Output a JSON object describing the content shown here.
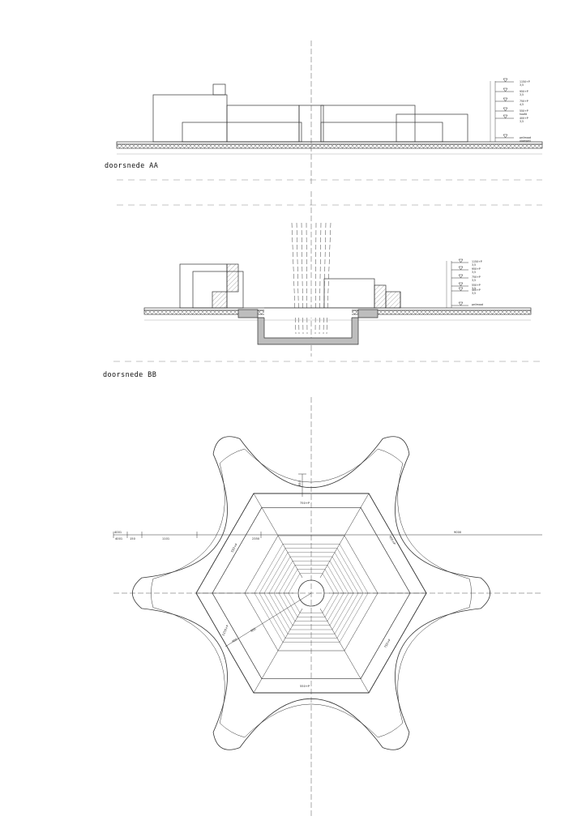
{
  "sections": {
    "aa": {
      "title": "doorsnede AA",
      "levels": [
        {
          "label": "1150+P",
          "sub": "3,5"
        },
        {
          "label": "950+P",
          "sub": "3,5"
        },
        {
          "label": "750+P",
          "sub": "4,5"
        },
        {
          "label": "550+P",
          "sub": "hoofd"
        },
        {
          "label": "400+P",
          "sub": "3,5"
        },
        {
          "label": "peilmaat",
          "sub": "vloerpeil"
        }
      ]
    },
    "bb": {
      "title": "doorsnede BB",
      "levels": [
        {
          "label": "1150+P",
          "sub": "3,5"
        },
        {
          "label": "950+P",
          "sub": "3,5"
        },
        {
          "label": "750+P",
          "sub": "3,5"
        },
        {
          "label": "550+P",
          "sub": "3,5"
        },
        {
          "label": "400+P",
          "sub": "3,5"
        },
        {
          "label": "peilmaat",
          "sub": ""
        }
      ]
    }
  },
  "plan": {
    "dims": {
      "top_offset": "850",
      "top_level": "750+P",
      "left_a": "4001",
      "left_b": "150",
      "left_c": "1101",
      "left_d": "2350",
      "right_total": "9000",
      "upper_left_wall": "550+P",
      "upper_right_wall": "400+P",
      "left_wall": "1150+P",
      "radius": "800",
      "radius_b": "400",
      "lower_right_wall": "750+P",
      "bottom_level": "550+P"
    }
  },
  "colors": {
    "line": "#333333",
    "dash": "#555555",
    "hatch": "#8a8a8a",
    "wall_fill": "#d6d6d6"
  }
}
